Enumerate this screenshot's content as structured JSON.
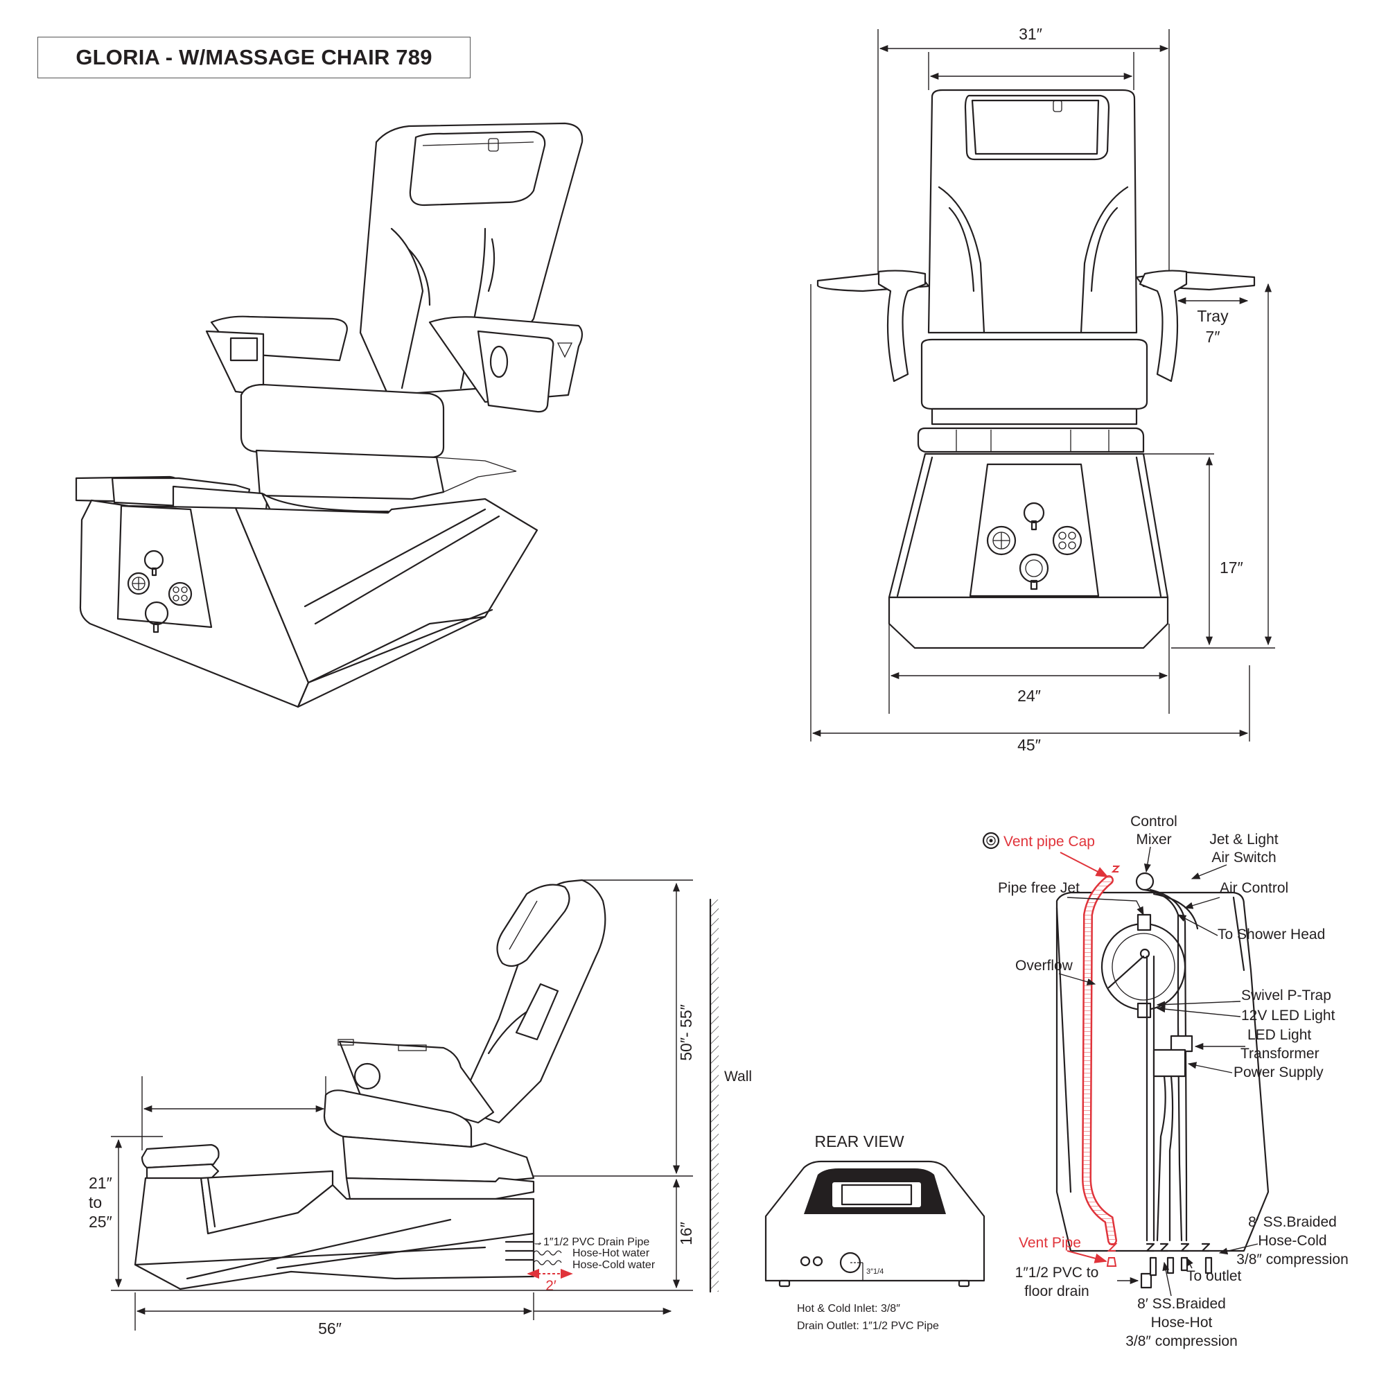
{
  "title": "GLORIA - W/MASSAGE CHAIR 789",
  "dimensions": {
    "top_outer_width": "31″",
    "tray_label": "Tray",
    "tray_value": "7″",
    "basin_height": "17″",
    "base_width": "24″",
    "overall_width": "45″",
    "total_height": "50″- 55″",
    "base_height": "16″",
    "front_height_line1": "21″",
    "front_height_line2": "to",
    "front_height_line3": "25″",
    "overall_length": "56″",
    "clearance": "2′"
  },
  "side_view": {
    "wall_label": "Wall",
    "pipe_label": "→1″1/2 PVC Drain Pipe",
    "hot_label": "Hose-Hot water",
    "cold_label": "Hose-Cold water"
  },
  "rear_view": {
    "heading": "REAR VIEW",
    "inlet_note": "Hot & Cold Inlet: 3/8″",
    "outlet_note": "Drain Outlet: 1″1/2 PVC Pipe",
    "offset_note": "3″1/4"
  },
  "plumbing": {
    "vent_cap": "Vent pipe Cap",
    "control_mixer_1": "Control",
    "control_mixer_2": "Mixer",
    "jet_switch_1": "Jet & Light",
    "jet_switch_2": "Air Switch",
    "pipe_free_jet": "Pipe free Jet",
    "air_control": "Air Control",
    "shower_head": "To Shower Head",
    "overflow": "Overflow",
    "p_trap": "Swivel P-Trap",
    "led_12v": "12V LED Light",
    "led_light": "LED Light",
    "transformer": "Transformer",
    "power_supply": "Power Supply",
    "cold_hose_1": "8′ SS.Braided",
    "cold_hose_2": "Hose-Cold",
    "cold_hose_3": "3/8″ compression",
    "vent_pipe": "Vent Pipe",
    "pvc_drain_1": "1″1/2 PVC to",
    "pvc_drain_2": "floor drain",
    "to_outlet": "To outlet",
    "hot_hose_1": "8′ SS.Braided",
    "hot_hose_2": "Hose-Hot",
    "hot_hose_3": "3/8″ compression"
  },
  "colors": {
    "line": "#231f20",
    "accent_red": "#e0333a"
  },
  "icons": [
    "jet-knob-icon",
    "light-button-icon",
    "air-switch-icon",
    "vent-cap-icon",
    "arrow-icon"
  ]
}
